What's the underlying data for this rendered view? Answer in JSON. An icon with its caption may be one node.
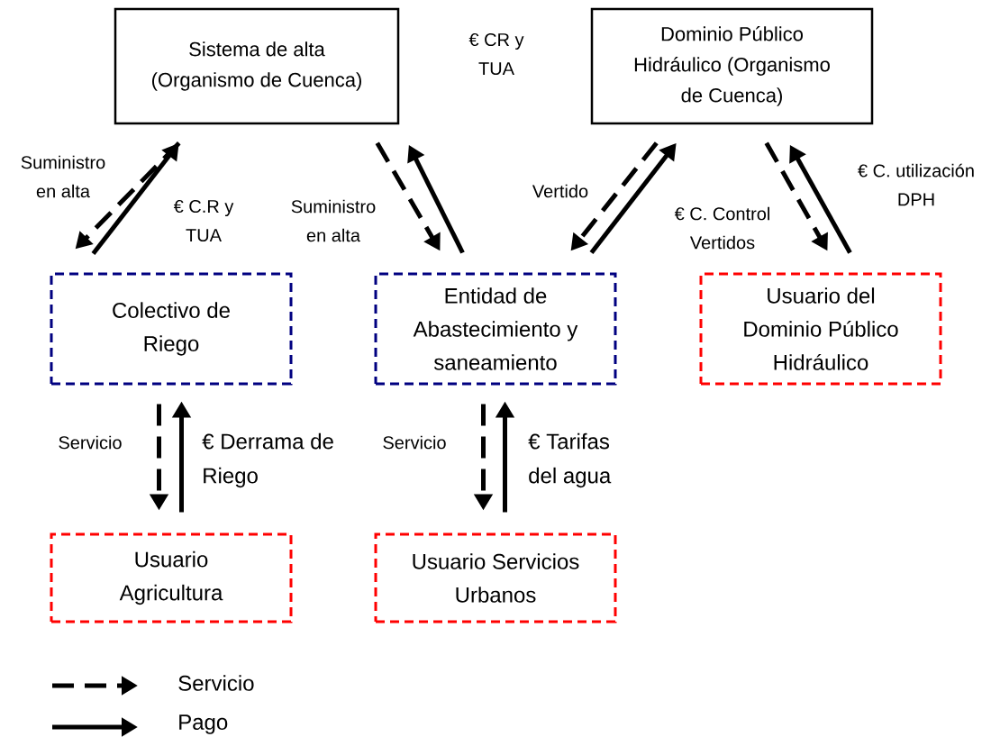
{
  "diagram": {
    "nodes": [
      {
        "text": [
          "Sistema de alta (Organismo de Cuenca)"
        ]
      },
      {
        "text": [
          "Dominio Público Hidráulico (Organismo de Cuenca)"
        ]
      },
      {
        "text": [
          "Colectivo de Riego"
        ]
      },
      {
        "text": [
          "Entidad de Abastecimiento y saneamiento"
        ]
      },
      {
        "text": [
          "Usuario del Dominio Público Hidráulico"
        ]
      },
      {
        "text": [
          "Usuario Agricultura"
        ]
      },
      {
        "text": [
          "Usuario Servicios Urbanos"
        ]
      }
    ],
    "edges": [
      {
        "from": 0,
        "to": 2,
        "arrow": "to",
        "style": "dashed",
        "label": "Suministro en alta"
      },
      {
        "from": 2,
        "to": 0,
        "arrow": "to",
        "label": "€ C.R y TUA"
      },
      {
        "from": 0,
        "to": 3,
        "arrow": "to",
        "style": "dashed",
        "label": "Suministro en alta"
      },
      {
        "from": 3,
        "to": 0,
        "arrow": "to"
      },
      {
        "from": 1,
        "to": 3,
        "arrow": "to",
        "style": "dashed",
        "label": "Vertido"
      },
      {
        "from": 3,
        "to": 1,
        "arrow": "to",
        "label": "€ C. Control Vertidos"
      },
      {
        "from": 1,
        "to": 4,
        "arrow": "to",
        "style": "dashed"
      },
      {
        "from": 4,
        "to": 1,
        "arrow": "to",
        "label": "€ C. utilización DPH"
      },
      {
        "from": 2,
        "to": 5,
        "arrow": "to",
        "style": "dashed",
        "label": "Servicio"
      },
      {
        "from": 5,
        "to": 2,
        "arrow": "to",
        "label": "€ Derrama de Riego"
      },
      {
        "from": 3,
        "to": 6,
        "arrow": "to",
        "style": "dashed",
        "label": "Servicio"
      },
      {
        "from": 6,
        "to": 3,
        "arrow": "to",
        "label": "€ Tarifas del agua"
      }
    ],
    "labels": [
      "€ CR y TUA"
    ],
    "legend": [
      {
        "text": "Servicio"
      },
      {
        "text": "Pago"
      }
    ]
  }
}
